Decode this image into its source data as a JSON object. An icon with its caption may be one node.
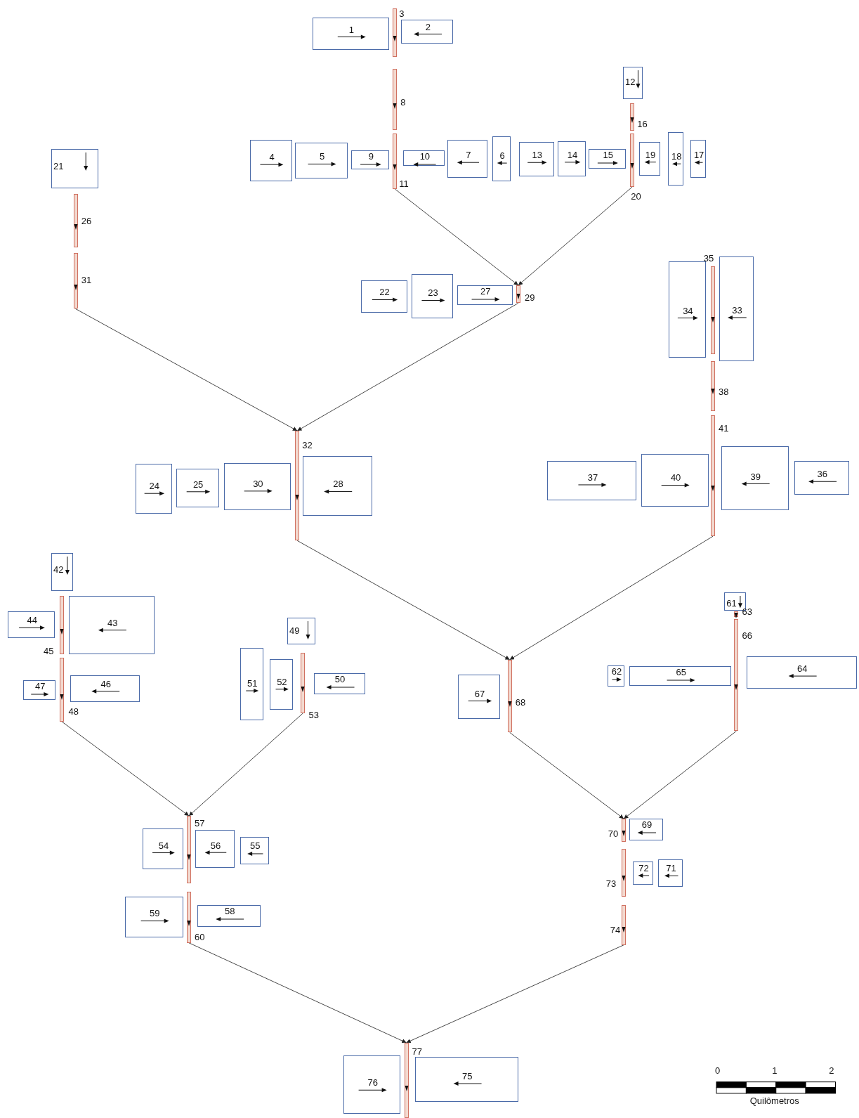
{
  "diagram": {
    "nodes": [
      {
        "text": [
          "1"
        ]
      },
      {
        "text": [
          "2"
        ]
      },
      {
        "text": [],
        "shape": "bar",
        "beside": [
          "3"
        ]
      },
      {
        "text": [
          "4"
        ]
      },
      {
        "text": [
          "5"
        ]
      },
      {
        "text": [
          "6"
        ]
      },
      {
        "text": [
          "7"
        ]
      },
      {
        "text": [],
        "shape": "bar",
        "beside": [
          "8"
        ]
      },
      {
        "text": [
          "9"
        ]
      },
      {
        "text": [
          "10"
        ]
      },
      {
        "text": [],
        "shape": "bar",
        "beside": [
          "11"
        ]
      },
      {
        "text": [
          "12"
        ]
      },
      {
        "text": [
          "13"
        ]
      },
      {
        "text": [
          "14"
        ]
      },
      {
        "text": [
          "15"
        ]
      },
      {
        "text": [],
        "shape": "bar",
        "beside": [
          "16"
        ]
      },
      {
        "text": [
          "17"
        ]
      },
      {
        "text": [
          "18"
        ]
      },
      {
        "text": [
          "19"
        ]
      },
      {
        "text": [],
        "shape": "bar",
        "beside": [
          "20"
        ]
      },
      {
        "text": [
          "21"
        ]
      },
      {
        "text": [
          "22"
        ]
      },
      {
        "text": [
          "23"
        ]
      },
      {
        "text": [
          "24"
        ]
      },
      {
        "text": [
          "25"
        ]
      },
      {
        "text": [],
        "shape": "bar",
        "beside": [
          "26"
        ]
      },
      {
        "text": [
          "27"
        ]
      },
      {
        "text": [
          "28"
        ]
      },
      {
        "text": [],
        "shape": "bar",
        "beside": [
          "29"
        ]
      },
      {
        "text": [
          "30"
        ]
      },
      {
        "text": [],
        "shape": "bar",
        "beside": [
          "31"
        ]
      },
      {
        "text": [],
        "shape": "bar",
        "beside": [
          "32"
        ]
      },
      {
        "text": [
          "33"
        ]
      },
      {
        "text": [
          "34"
        ]
      },
      {
        "text": [],
        "shape": "bar",
        "beside": [
          "35"
        ]
      },
      {
        "text": [
          "36"
        ]
      },
      {
        "text": [
          "37"
        ]
      },
      {
        "text": [],
        "shape": "bar",
        "beside": [
          "38"
        ]
      },
      {
        "text": [
          "39"
        ]
      },
      {
        "text": [
          "40"
        ]
      },
      {
        "text": [],
        "shape": "bar",
        "beside": [
          "41"
        ]
      },
      {
        "text": [
          "42"
        ]
      },
      {
        "text": [
          "43"
        ]
      },
      {
        "text": [
          "44"
        ]
      },
      {
        "text": [],
        "shape": "bar",
        "beside": [
          "45"
        ]
      },
      {
        "text": [
          "46"
        ]
      },
      {
        "text": [
          "47"
        ]
      },
      {
        "text": [],
        "shape": "bar",
        "beside": [
          "48"
        ]
      },
      {
        "text": [
          "49"
        ]
      },
      {
        "text": [
          "50"
        ]
      },
      {
        "text": [
          "51"
        ]
      },
      {
        "text": [
          "52"
        ]
      },
      {
        "text": [],
        "shape": "bar",
        "beside": [
          "53"
        ]
      },
      {
        "text": [
          "54"
        ]
      },
      {
        "text": [
          "55"
        ]
      },
      {
        "text": [
          "56"
        ]
      },
      {
        "text": [],
        "shape": "bar",
        "beside": [
          "57"
        ]
      },
      {
        "text": [
          "58"
        ]
      },
      {
        "text": [
          "59"
        ]
      },
      {
        "text": [],
        "shape": "bar",
        "beside": [
          "60"
        ]
      },
      {
        "text": [
          "61"
        ]
      },
      {
        "text": [
          "62"
        ]
      },
      {
        "text": [],
        "shape": "bar",
        "beside": [
          "63"
        ]
      },
      {
        "text": [
          "64"
        ]
      },
      {
        "text": [
          "65"
        ]
      },
      {
        "text": [],
        "shape": "bar",
        "beside": [
          "66"
        ]
      },
      {
        "text": [
          "67"
        ]
      },
      {
        "text": [],
        "shape": "bar",
        "beside": [
          "68"
        ]
      },
      {
        "text": [
          "69"
        ]
      },
      {
        "text": [],
        "shape": "bar",
        "beside": [
          "70"
        ]
      },
      {
        "text": [
          "71"
        ]
      },
      {
        "text": [
          "72"
        ]
      },
      {
        "text": [],
        "shape": "bar",
        "beside": [
          "73"
        ]
      },
      {
        "text": [],
        "shape": "bar",
        "beside": [
          "74"
        ]
      },
      {
        "text": [
          "75"
        ]
      },
      {
        "text": [
          "76"
        ]
      },
      {
        "text": [],
        "shape": "bar",
        "beside": [
          "77"
        ]
      }
    ],
    "edges": [
      {
        "from": 10,
        "to": 28,
        "arrow": "to"
      },
      {
        "from": 19,
        "to": 28,
        "arrow": "to"
      },
      {
        "from": 30,
        "to": 31,
        "arrow": "to"
      },
      {
        "from": 28,
        "to": 31,
        "arrow": "to"
      },
      {
        "from": 31,
        "to": 67,
        "arrow": "to"
      },
      {
        "from": 40,
        "to": 67,
        "arrow": "to"
      },
      {
        "from": 47,
        "to": 56,
        "arrow": "to"
      },
      {
        "from": 52,
        "to": 56,
        "arrow": "to"
      },
      {
        "from": 67,
        "to": 69,
        "arrow": "to"
      },
      {
        "from": 65,
        "to": 69,
        "arrow": "to"
      },
      {
        "from": 59,
        "to": 76,
        "arrow": "to"
      },
      {
        "from": 73,
        "to": 76,
        "arrow": "to"
      }
    ],
    "labels": [
      "0",
      "1",
      "2",
      "Quilômetros"
    ]
  }
}
